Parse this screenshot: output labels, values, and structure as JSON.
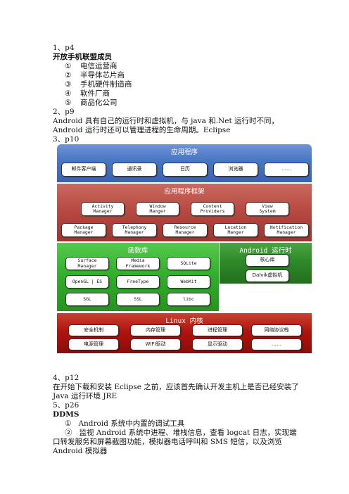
{
  "doc": {
    "s1_head": "1、p4",
    "s1_title": "开放手机联盟成员",
    "members": [
      {
        "num": "①",
        "text": "电信运营商"
      },
      {
        "num": "②",
        "text": "半导体芯片商"
      },
      {
        "num": "③",
        "text": "手机硬件制造商"
      },
      {
        "num": "④",
        "text": "软件厂商"
      },
      {
        "num": "⑤",
        "text": "商品化公司"
      }
    ],
    "s2_head": "2、p9",
    "s2_text": "Android 具有自己的运行时和虚拟机，与 java 和.Net 运行时不同，Android 运行时还可以管理进程的生命周期。Eclipse",
    "s3_head": "3、p10",
    "s4_head": "4、p12",
    "s4_text": "在开始下载和安装 Eclipse 之前，应该首先确认开发主机上是否已经安装了 Java 运行环境 JRE",
    "s5_head": "5、p26",
    "s5_title": "DDMS",
    "ddms": [
      {
        "num": "①",
        "text": "Android 系统中内置的调试工具"
      },
      {
        "num": "②",
        "text": "监视 Android 系统中进程、堆栈信息，查看 logcat 日志，实现端口转发服务和屏幕截图功能，模拟器电话呼叫和 SMS 短信，以及浏览 Android 模拟器"
      }
    ]
  },
  "diagram": {
    "colors": {
      "apps": "#4a78c4",
      "framework": "#b84a42",
      "libraries": "#33b02c",
      "runtime": "#2f8a2a",
      "kernel": "#b0140e"
    },
    "apps": {
      "title": "应用程序",
      "items": [
        "邮件客户端",
        "通讯录",
        "日历",
        "浏览器",
        "……"
      ]
    },
    "framework": {
      "title": "应用程序框架",
      "row1": [
        "Activity\nManager",
        "Window\nManger",
        "Content\nProviders",
        "View\nSystem"
      ],
      "row2": [
        "Package\nManager",
        "Telephony\nManager",
        "Resource\nManager",
        "Location\nManger",
        "Notification\nManager"
      ]
    },
    "libraries": {
      "title": "函数库",
      "items": [
        "Surface\nManager",
        "Media\nFramework",
        "SQLite",
        "OpenGL | ES",
        "FreeType",
        "WebKit",
        "SGL",
        "SSL",
        "libc"
      ]
    },
    "runtime": {
      "title": "Android 运行时",
      "items": [
        "核心库",
        "Dalvik虚拟机"
      ]
    },
    "kernel": {
      "title": "Linux 内核",
      "items": [
        "安全机制",
        "内存管理",
        "进程管理",
        "网络协议栈",
        "电源管理",
        "WIFI驱动",
        "显示驱动",
        "……"
      ]
    }
  }
}
